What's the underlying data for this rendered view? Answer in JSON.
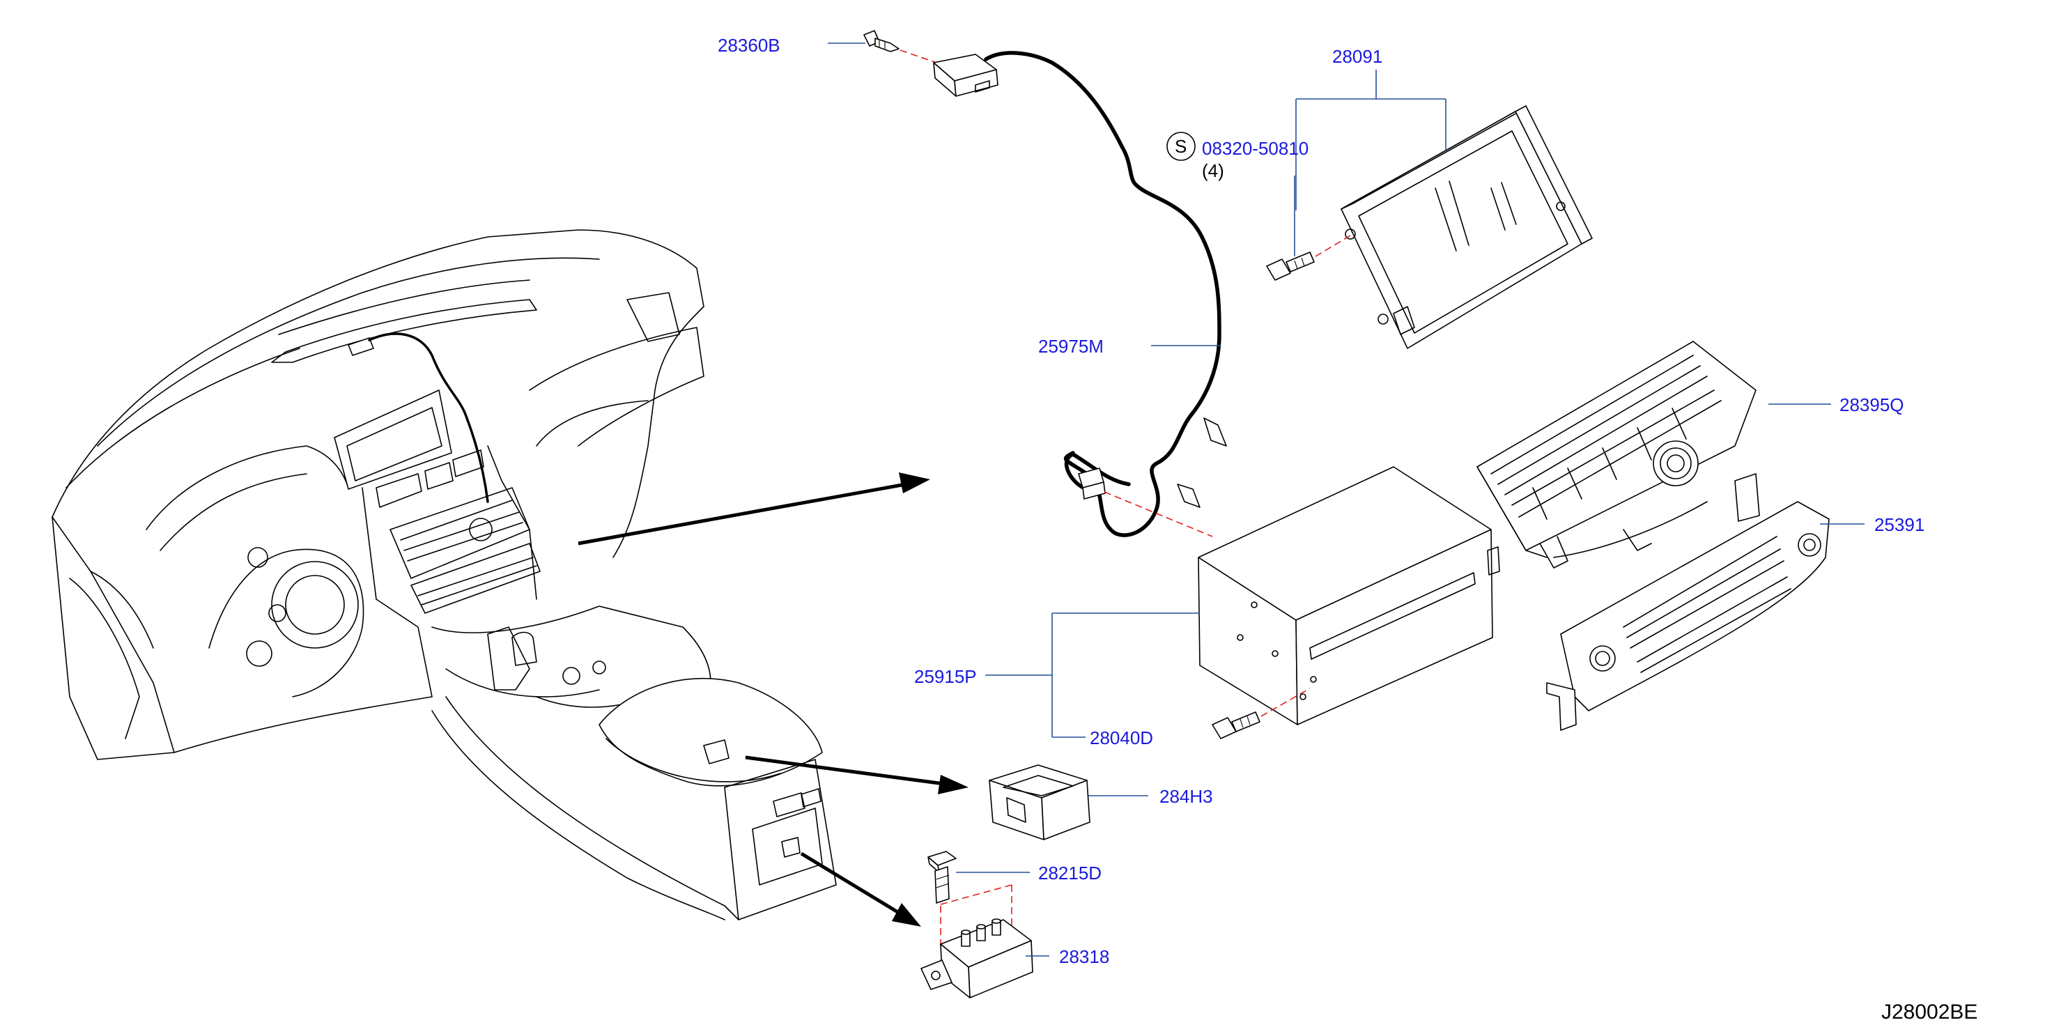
{
  "diagram": {
    "reference": "J28002BE",
    "parts": [
      {
        "id": "p28360B",
        "number": "28360B"
      },
      {
        "id": "p28091",
        "number": "28091"
      },
      {
        "id": "p08320",
        "number": "08320-50810"
      },
      {
        "id": "p25975M",
        "number": "25975M"
      },
      {
        "id": "p28395Q",
        "number": "28395Q"
      },
      {
        "id": "p25391",
        "number": "25391"
      },
      {
        "id": "p25915P",
        "number": "25915P"
      },
      {
        "id": "p28040D",
        "number": "28040D"
      },
      {
        "id": "p284H3",
        "number": "284H3"
      },
      {
        "id": "p28215D",
        "number": "28215D"
      },
      {
        "id": "p28318",
        "number": "28318"
      }
    ],
    "screw_symbol": "S",
    "screw_quantity": "(4)"
  },
  "colors": {
    "label": "#1a1adc",
    "leader": "#244f9b",
    "centerline": "#e0201b",
    "linework": "#000000"
  }
}
